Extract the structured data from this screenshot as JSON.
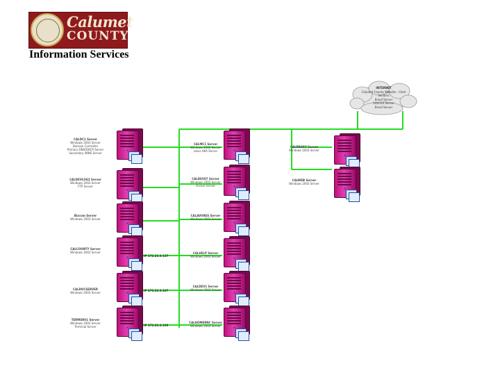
{
  "logo": {
    "line1": "Calumet",
    "line2": "COUNTY"
  },
  "heading": "Information Services",
  "cloud": {
    "title": "INTERNET",
    "lines": [
      "Calumet County Website - Clerk",
      "Vendors",
      "Email Server",
      "Internet Server",
      "Email Server"
    ]
  },
  "colors": {
    "network_line": "#22dd22",
    "server": "#d020a0",
    "logo_bg": "#8e1a1e"
  },
  "servers": {
    "left": [
      {
        "name": "CALDC1 Server",
        "sub": "Windows 2003 Server\nDomain Controller\nPrimary DNS/DHCP Server\nSecondary WINS Server"
      },
      {
        "name": "CALDEVLOG2 Server",
        "sub": "Windows 2003 Server\nFTP Server"
      },
      {
        "name": "Bizcom Server",
        "sub": "Windows 2003 Server"
      },
      {
        "name": "CALCOUNTY Server",
        "sub": "Windows 2003 Server"
      },
      {
        "name": "CALDOCSERVER",
        "sub": "Windows 2003 Server"
      },
      {
        "name": "TERMSRV1 Server",
        "sub": "Windows 2003 Server\nTerminal Server"
      }
    ],
    "middle": [
      {
        "name": "CALMC1 Server",
        "sub": "Windows 2003 Server\nLotus AKA Server"
      },
      {
        "name": "CALDEV07 Server",
        "sub": "Windows 2003 Server\nAccess Server"
      },
      {
        "name": "CALAVORES Server",
        "sub": "Windows 2003 Server"
      },
      {
        "name": "CALHELP Server",
        "sub": "Windows 2003 Server"
      },
      {
        "name": "CALDEV1 Server",
        "sub": "Windows 2003 Server"
      },
      {
        "name": "CALHOMERNC Server",
        "sub": "Windows 2003 Server"
      }
    ],
    "right": [
      {
        "name": "CALPROXY Server",
        "sub": "Windows 2003 Server"
      },
      {
        "name": "CALWEB Server",
        "sub": "Windows 2003 Server"
      }
    ]
  },
  "ips": [
    "IP 172.22.3.137",
    "IP 172.22.3.167",
    "IP 172.22.3.159"
  ]
}
